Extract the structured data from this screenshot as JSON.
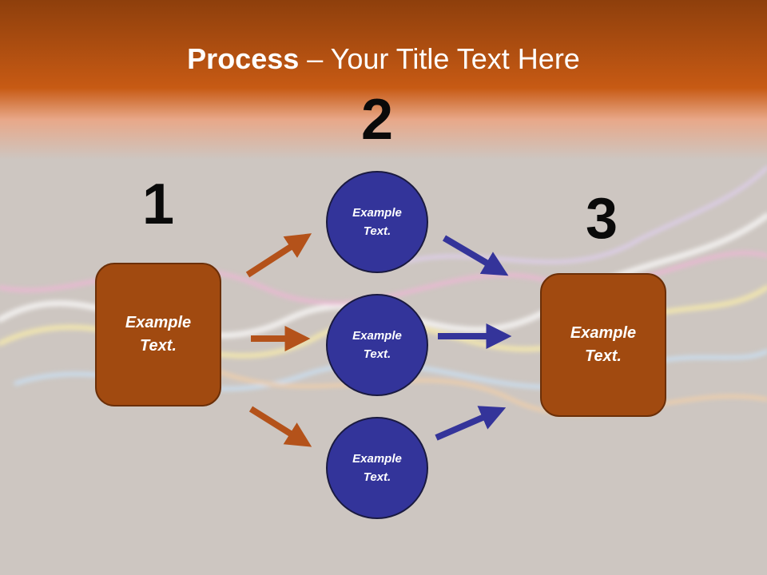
{
  "slide": {
    "title_bold": "Process",
    "title_rest": " – Your Title Text Here",
    "numbers": [
      "1",
      "2",
      "3"
    ],
    "step1_text": "Example Text.",
    "step2_texts": [
      "Example Text.",
      "Example Text.",
      "Example Text."
    ],
    "step3_text": "Example Text."
  },
  "colors": {
    "box_fill": "#a14a10",
    "circle_fill": "#33349a",
    "orange_arrow": "#b4521a",
    "blue_arrow": "#34349a",
    "header": "#c75a14"
  }
}
